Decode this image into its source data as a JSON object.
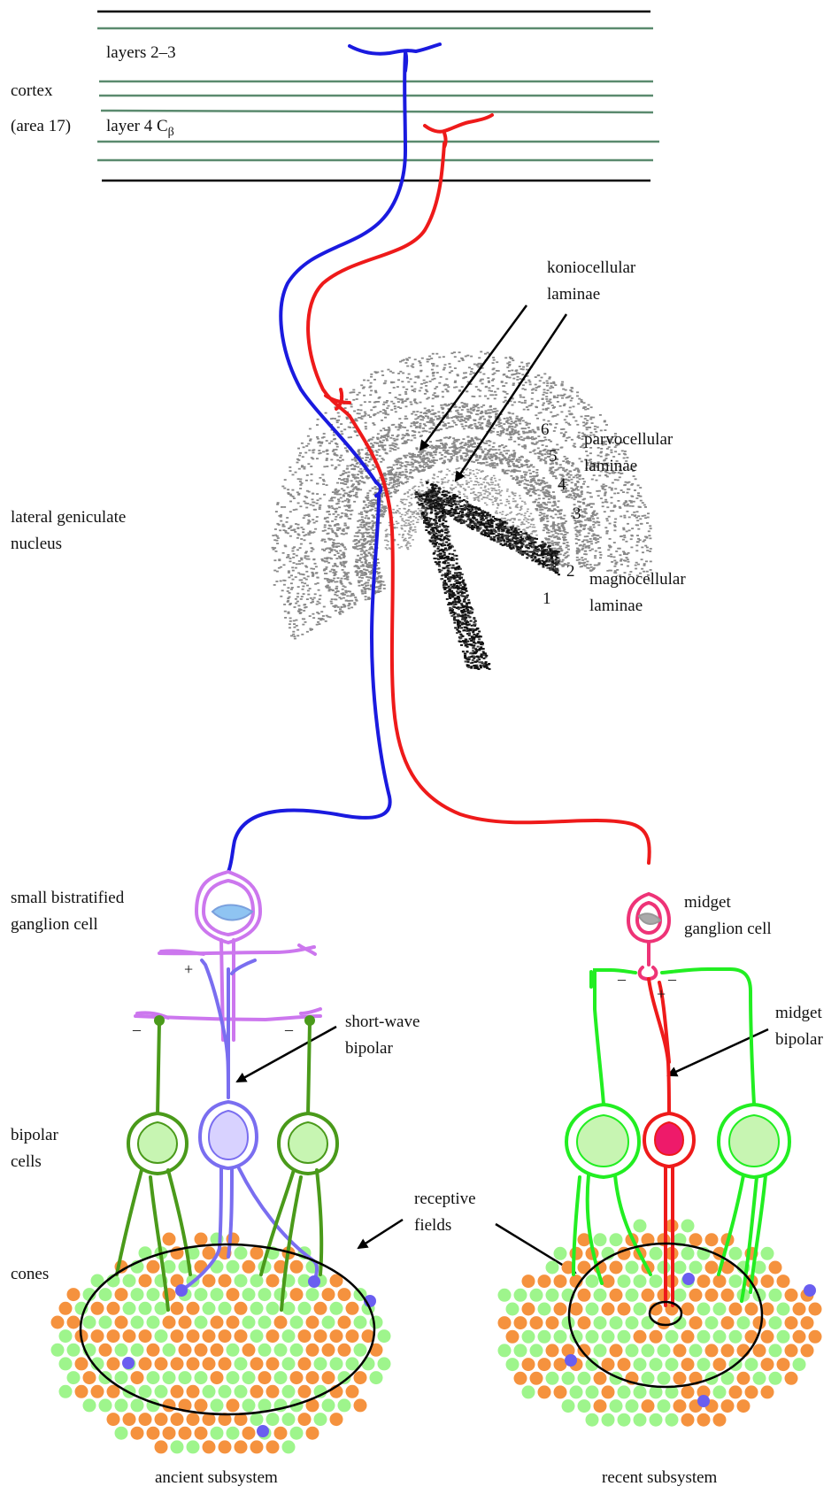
{
  "cortex": {
    "label": "cortex",
    "area": "(area 17)",
    "layers_2_3": "layers 2–3",
    "layer_4": "layer 4 C",
    "layer_4_sub": "β"
  },
  "lgn": {
    "label_line1": "lateral geniculate",
    "label_line2": "nucleus",
    "koniocellular_line1": "koniocellular",
    "koniocellular_line2": "laminae",
    "parvocellular_line1": "parvocellular",
    "parvocellular_line2": "laminae",
    "magnocellular_line1": "magnocellular",
    "magnocellular_line2": "laminae",
    "lamina_numbers": [
      "6",
      "5",
      "4",
      "3",
      "2",
      "1"
    ]
  },
  "retina": {
    "small_bistratified_line1": "small bistratified",
    "small_bistratified_line2": "ganglion cell",
    "midget_ganglion_line1": "midget",
    "midget_ganglion_line2": "ganglion cell",
    "short_wave_line1": "short-wave",
    "short_wave_line2": "bipolar",
    "midget_bipolar_line1": "midget",
    "midget_bipolar_line2": "bipolar",
    "bipolar_cells_line1": "bipolar",
    "bipolar_cells_line2": "cells",
    "receptive_line1": "receptive",
    "receptive_line2": "fields",
    "cones": "cones",
    "signs": {
      "plus": "+",
      "minus": "–"
    }
  },
  "captions": {
    "ancient": "ancient subsystem",
    "recent": "recent subsystem"
  },
  "colors": {
    "blue_pathway": "#1a1adf",
    "red_pathway": "#ee1a1a",
    "cortex_lines": "#5a8a6e",
    "bistratified": "#cc77ee",
    "short_wave_bipolar": "#7a6ef0",
    "dark_green_bipolar": "#4a9a1a",
    "bright_green": "#22ee22",
    "midget_ganglion": "#ee3377",
    "cone_orange": "#f5923e",
    "cone_green": "#9ef58c",
    "cone_blue": "#6a5ef0"
  }
}
